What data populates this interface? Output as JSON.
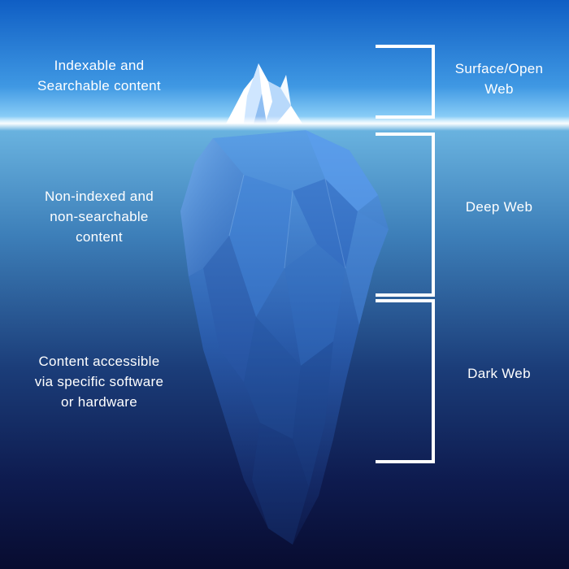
{
  "left_labels": [
    {
      "line1": "Indexable and",
      "line2": "Searchable content",
      "line3": ""
    },
    {
      "line1": "Non-indexed and",
      "line2": "non-searchable",
      "line3": "content"
    },
    {
      "line1": "Content accessible",
      "line2": "via specific software",
      "line3": "or hardware"
    }
  ],
  "right_labels": [
    {
      "line1": "Surface/Open",
      "line2": "Web"
    },
    {
      "line1": "Deep Web"
    },
    {
      "line1": "Dark Web"
    }
  ],
  "colors": {
    "sky_top": "#1468c8",
    "sky_horizon": "#8fd6fb",
    "water_top": "#5fa9d8",
    "water_deep": "#0a0f36",
    "bracket": "#ffffff",
    "ice_light": "#ffffff",
    "ice_mid": "#4a8fe0",
    "ice_dark": "#1f4fa6"
  },
  "icons": [
    "iceberg-illustration",
    "bracket-shape"
  ]
}
